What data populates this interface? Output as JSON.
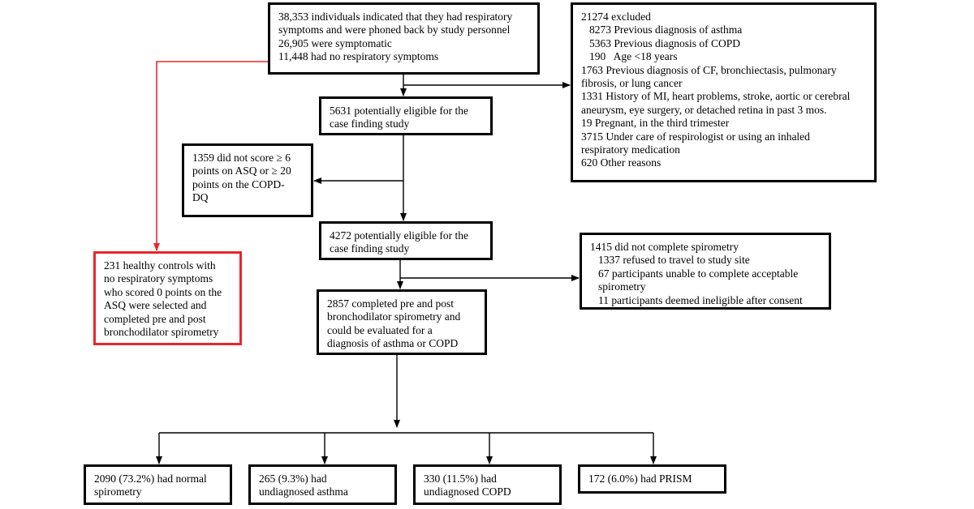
{
  "colors": {
    "line": "#000000",
    "highlight": "#e8262c"
  },
  "boxes": {
    "initial": {
      "lines": [
        "38,353 individuals indicated that they had respiratory",
        "symptoms and were phoned back by study personnel",
        "26,905 were symptomatic",
        "11,448 had no respiratory symptoms"
      ]
    },
    "excluded": {
      "lines": [
        "21274 excluded",
        "8273 Previous diagnosis of asthma",
        "5363 Previous diagnosis of COPD",
        "190   Age <18 years",
        "1763 Previous diagnosis of CF, bronchiectasis, pulmonary",
        "fibrosis, or lung cancer",
        "1331 History of MI, heart problems, stroke, aortic or cerebral",
        "aneurysm, eye surgery, or detached retina in past 3 mos.",
        "19 Pregnant, in the third trimester",
        "3715 Under care of respirologist or using an inhaled",
        "respiratory medication",
        "620 Other reasons"
      ]
    },
    "eligible_1": {
      "lines": [
        "5631 potentially eligible for the",
        "case finding study"
      ]
    },
    "did_not_score": {
      "lines": [
        "1359 did not score ≥ 6",
        "points on ASQ or ≥ 20",
        "points on the COPD-",
        "DQ"
      ]
    },
    "eligible_2": {
      "lines": [
        "4272 potentially eligible for the",
        "case finding study"
      ]
    },
    "healthy_controls": {
      "lines": [
        "231 healthy controls with",
        "no respiratory symptoms",
        "who scored 0 points on the",
        "ASQ were selected and",
        "completed pre and post",
        "bronchodilator spirometry"
      ]
    },
    "no_spirometry": {
      "lines": [
        "1415 did not complete spirometry",
        "1337 refused to travel to study site",
        "67 participants unable to complete acceptable",
        "spirometry",
        "11 participants deemed ineligible after consent"
      ]
    },
    "completed": {
      "lines": [
        "2857 completed pre and post",
        "bronchodilator spirometry and",
        "could be evaluated for a",
        "diagnosis of asthma or COPD"
      ]
    },
    "normal": {
      "lines": [
        "2090 (73.2%) had normal",
        "spirometry"
      ]
    },
    "asthma": {
      "lines": [
        "265 (9.3%) had",
        "undiagnosed asthma"
      ]
    },
    "copd": {
      "lines": [
        "330 (11.5%) had",
        "undiagnosed COPD"
      ]
    },
    "prism": {
      "lines": [
        "172 (6.0%) had PRISM"
      ]
    }
  }
}
